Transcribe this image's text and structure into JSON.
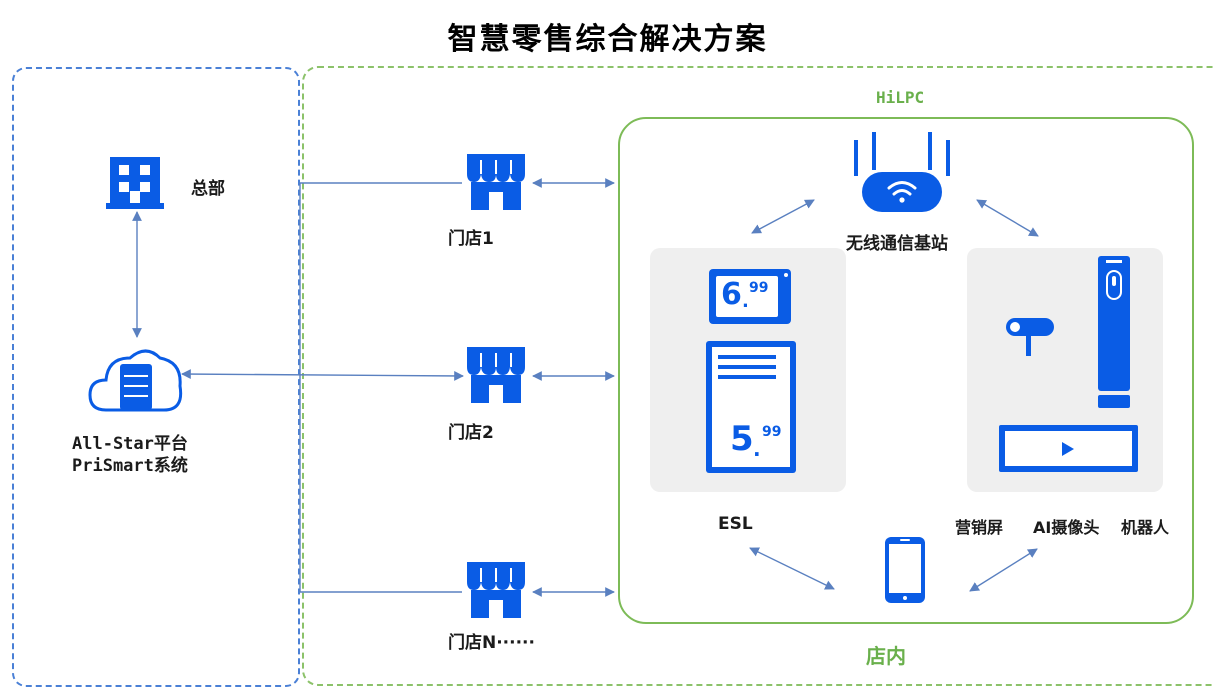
{
  "title": "智慧零售综合解决方案",
  "colors": {
    "brand_blue": "#0a5ce5",
    "green": "#6ab04c",
    "hq_dash": "#4a80d6",
    "panel": "#efefef",
    "arrow": "#5a80c0"
  },
  "hq": {
    "label": "总部",
    "platform_line1": "All-Star平台",
    "platform_line2": "PriSmart系统"
  },
  "network_label": "HiLPC",
  "stores": [
    {
      "label": "门店1"
    },
    {
      "label": "门店2"
    },
    {
      "label": "门店N······"
    }
  ],
  "in_store": {
    "label": "店内",
    "base_station": "无线通信基站",
    "esl_label": "ESL",
    "price_small": {
      "main": "6",
      "cents": "99"
    },
    "price_large": {
      "main": "5",
      "cents": "99"
    },
    "marketing_screen": "营销屏",
    "ai_camera": "AI摄像头",
    "robot": "机器人"
  },
  "icons": [
    "building-icon",
    "cloud-server-icon",
    "storefront-icon",
    "router-icon",
    "esl-tag-icon",
    "camera-icon",
    "robot-icon",
    "screen-icon",
    "play-icon",
    "smartphone-icon"
  ]
}
